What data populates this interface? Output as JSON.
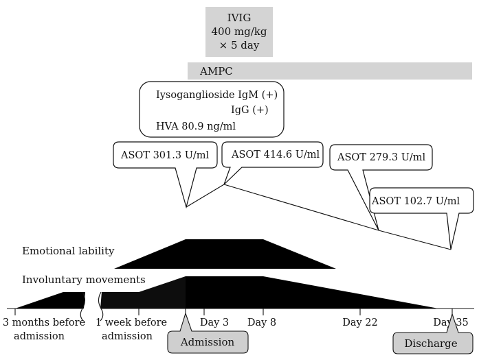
{
  "ivig": {
    "line1": "IVIG",
    "line2": "400 mg/kg",
    "line3": "× 5 day"
  },
  "ampc": {
    "label": "AMPC"
  },
  "antibody_box": {
    "line1": "Iysoganglioside IgM (+)",
    "line2": "IgG (+)",
    "line3": "HVA 80.9 ng/ml"
  },
  "asot": [
    {
      "label": "ASOT 301.3 U/ml"
    },
    {
      "label": "ASOT 414.6 U/ml"
    },
    {
      "label": "ASOT 279.3 U/ml"
    },
    {
      "label": "ASOT 102.7 U/ml"
    }
  ],
  "tracks": {
    "emotional": "Emotional lability",
    "involuntary": "Involuntary movements"
  },
  "timeline": {
    "t1_line1": "3 months before",
    "t1_line2": "admission",
    "t2_line1": "1 week before",
    "t2_line2": "admission",
    "day3": "Day 3",
    "day8": "Day 8",
    "day22": "Day 22",
    "day35": "Day 35"
  },
  "events": {
    "admission": "Admission",
    "discharge": "Discharge"
  }
}
